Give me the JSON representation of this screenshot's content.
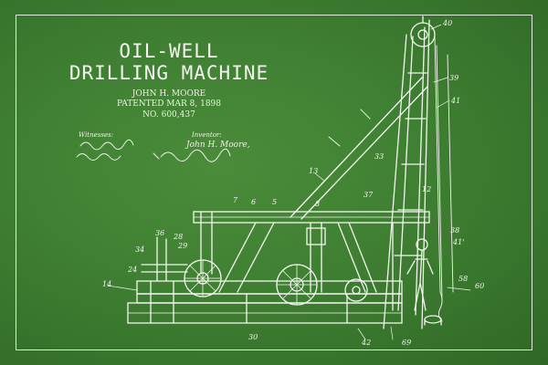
{
  "poster": {
    "title_line1": "OIL-WELL",
    "title_line2": "DRILLING MACHINE",
    "inventor": "JOHN H. MOORE",
    "patented": "PATENTED MAR 8, 1898",
    "number": "NO. 600,437",
    "witnesses_label": "Witnesses:",
    "inventor_label": "Inventor:",
    "inventor_signature": "John H. Moore,"
  },
  "colors": {
    "background": "#3f7f32",
    "lines": "#f4f7ef"
  },
  "labels": [
    "40",
    "39",
    "41",
    "33",
    "13",
    "37",
    "12",
    "7",
    "6",
    "5",
    "8",
    "36",
    "28",
    "29",
    "34",
    "24",
    "14",
    "38",
    "41'",
    "58",
    "60",
    "30",
    "42",
    "69"
  ]
}
